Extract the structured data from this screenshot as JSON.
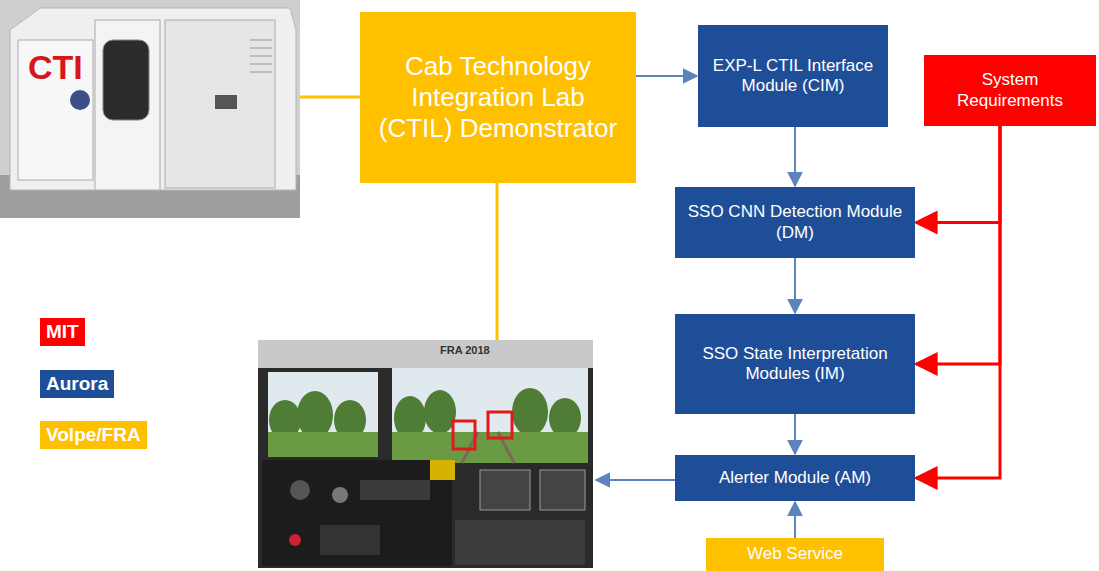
{
  "diagram": {
    "nodes": [
      {
        "text": [
          "Cab Technology Integration Lab (CTIL) Demonstrator"
        ]
      },
      {
        "text": [
          "EXP-L CTIL Interface Module (CIM)"
        ]
      },
      {
        "text": [
          "System Requirements"
        ]
      },
      {
        "text": [
          "SSO CNN Detection Module (DM)"
        ]
      },
      {
        "text": [
          "SSO State Interpretation Modules (IM)"
        ]
      },
      {
        "text": [
          "Alerter Module (AM)"
        ]
      },
      {
        "text": [
          "Web Service"
        ]
      }
    ],
    "edges": [
      {
        "from": 0,
        "to": 1,
        "arrow": "to"
      },
      {
        "from": 1,
        "to": 3,
        "arrow": "to"
      },
      {
        "from": 3,
        "to": 4,
        "arrow": "to"
      },
      {
        "from": 4,
        "to": 5,
        "arrow": "to"
      },
      {
        "from": 6,
        "to": 5,
        "arrow": "to"
      },
      {
        "from": 2,
        "to": 3,
        "arrow": "to"
      },
      {
        "from": 2,
        "to": 4,
        "arrow": "to"
      },
      {
        "from": 2,
        "to": 5,
        "arrow": "to"
      }
    ],
    "labels": [
      "CTI",
      "FRA 2018"
    ],
    "legend": [
      {
        "text": "MIT",
        "color": "#ff0000"
      },
      {
        "text": "Aurora",
        "color": "#1f4e99"
      },
      {
        "text": "Volpe/FRA",
        "color": "#ffc000"
      }
    ]
  }
}
